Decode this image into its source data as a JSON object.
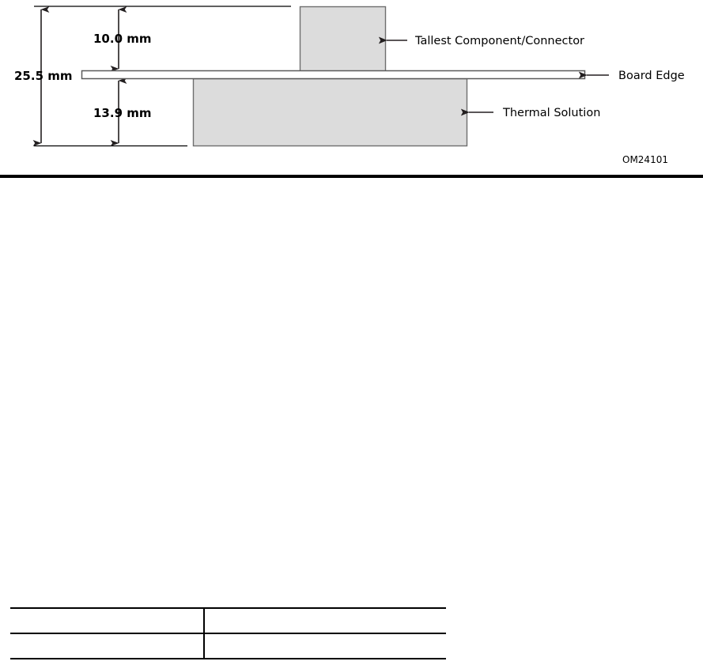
{
  "figure": {
    "id_code": "OM24101",
    "dimensions": {
      "overall": "25.5 mm",
      "above_board": "10.0 mm",
      "below_board": "13.9 mm"
    },
    "callouts": {
      "component": "Tallest Component/Connector",
      "board": "Board Edge",
      "thermal": "Thermal Solution"
    },
    "colors": {
      "block_fill": "#dcdcdc",
      "block_stroke": "#6e6e6e",
      "board_fill": "#ffffff",
      "line": "#231f20"
    }
  },
  "table": {
    "rows": [
      {
        "col1": "",
        "col2": ""
      },
      {
        "col1": "",
        "col2": ""
      }
    ]
  }
}
